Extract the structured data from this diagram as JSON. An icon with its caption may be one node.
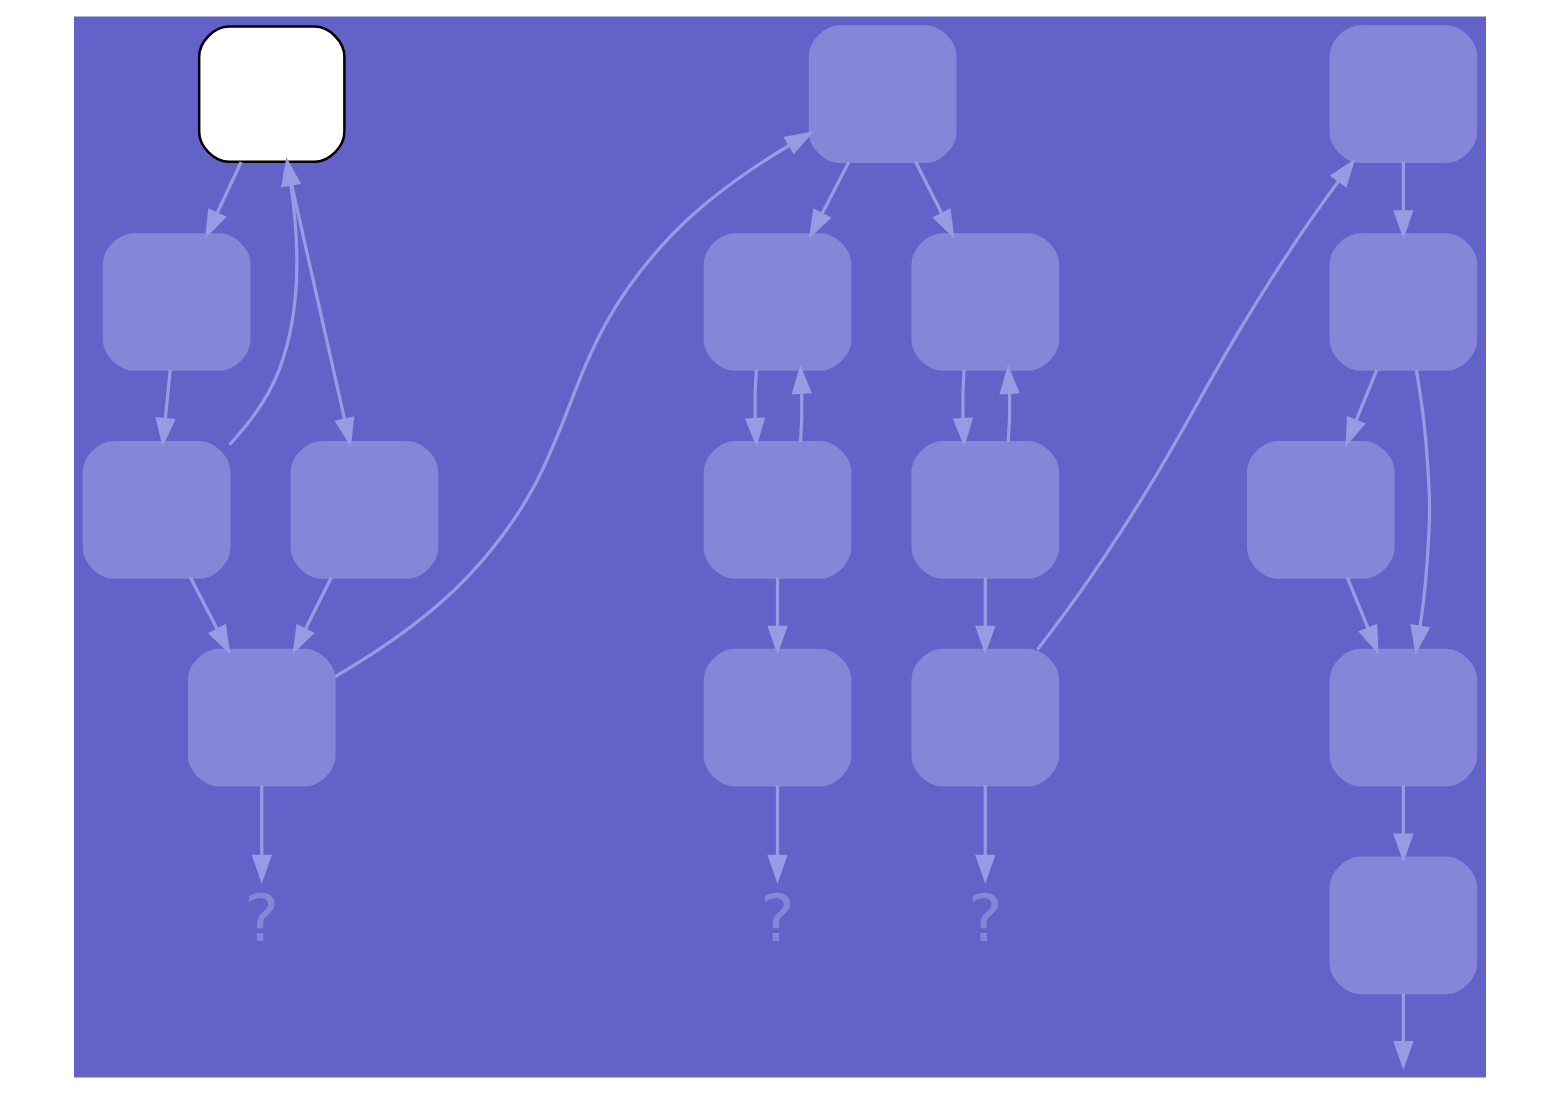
{
  "diagram": {
    "nodes": [
      {
        "text": [],
        "shape": "box"
      },
      {
        "text": [],
        "shape": "box"
      },
      {
        "text": [],
        "shape": "box"
      },
      {
        "text": [],
        "shape": "box"
      },
      {
        "text": [],
        "shape": "box"
      },
      {
        "text": [
          "?"
        ]
      },
      {
        "text": [],
        "shape": "box"
      },
      {
        "text": [],
        "shape": "box"
      },
      {
        "text": [],
        "shape": "box"
      },
      {
        "text": [],
        "shape": "box"
      },
      {
        "text": [],
        "shape": "box"
      },
      {
        "text": [],
        "shape": "box"
      },
      {
        "text": [],
        "shape": "box"
      },
      {
        "text": [
          "?"
        ]
      },
      {
        "text": [
          "?"
        ]
      },
      {
        "text": [],
        "shape": "box"
      },
      {
        "text": [],
        "shape": "box"
      },
      {
        "text": [],
        "shape": "box"
      },
      {
        "text": [],
        "shape": "box"
      },
      {
        "text": [],
        "shape": "box"
      }
    ],
    "edges": [
      {
        "from": 3,
        "to": 0,
        "arrow": "to"
      },
      {
        "from": 0,
        "to": 1,
        "arrow": "to"
      },
      {
        "from": 0,
        "to": 2,
        "arrow": "to"
      },
      {
        "from": 1,
        "to": 3,
        "arrow": "to"
      },
      {
        "from": 2,
        "to": 4,
        "arrow": "to"
      },
      {
        "from": 3,
        "to": 4,
        "arrow": "to"
      },
      {
        "from": 4,
        "to": 5,
        "arrow": "to"
      },
      {
        "from": 4,
        "to": 6,
        "arrow": "to"
      },
      {
        "from": 6,
        "to": 7,
        "arrow": "to"
      },
      {
        "from": 6,
        "to": 8,
        "arrow": "to"
      },
      {
        "from": 9,
        "to": 7,
        "arrow": "to"
      },
      {
        "from": 10,
        "to": 8,
        "arrow": "to"
      },
      {
        "from": 7,
        "to": 9,
        "arrow": "to"
      },
      {
        "from": 8,
        "to": 10,
        "arrow": "to"
      },
      {
        "from": 9,
        "to": 11,
        "arrow": "to"
      },
      {
        "from": 10,
        "to": 12,
        "arrow": "to"
      },
      {
        "from": 11,
        "to": 13,
        "arrow": "to"
      },
      {
        "from": 12,
        "to": 14,
        "arrow": "to"
      },
      {
        "from": 12,
        "to": 15,
        "arrow": "to"
      },
      {
        "from": 15,
        "to": 16,
        "arrow": "to"
      },
      {
        "from": 16,
        "to": 17,
        "arrow": "to"
      },
      {
        "from": 16,
        "to": 18,
        "arrow": "to"
      },
      {
        "from": 17,
        "to": 18,
        "arrow": "to"
      },
      {
        "from": 18,
        "to": 19,
        "arrow": "to"
      },
      {
        "from": 19,
        "to": null,
        "arrow": "to"
      }
    ]
  }
}
